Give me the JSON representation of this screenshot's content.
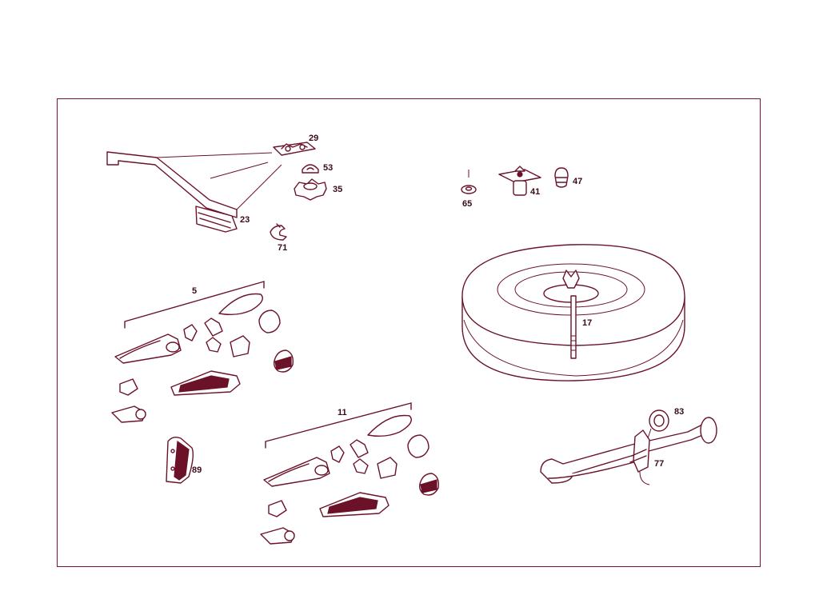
{
  "colors": {
    "line": "#6b1229",
    "frame": "#7a1530",
    "label": "#3a0a18",
    "background": "#ffffff"
  },
  "callouts": {
    "p29": "29",
    "p53": "53",
    "p35": "35",
    "p23": "23",
    "p71": "71",
    "p65": "65",
    "p41": "41",
    "p47": "47",
    "p5": "5",
    "p17": "17",
    "p11": "11",
    "p89": "89",
    "p83": "83",
    "p77": "77"
  }
}
